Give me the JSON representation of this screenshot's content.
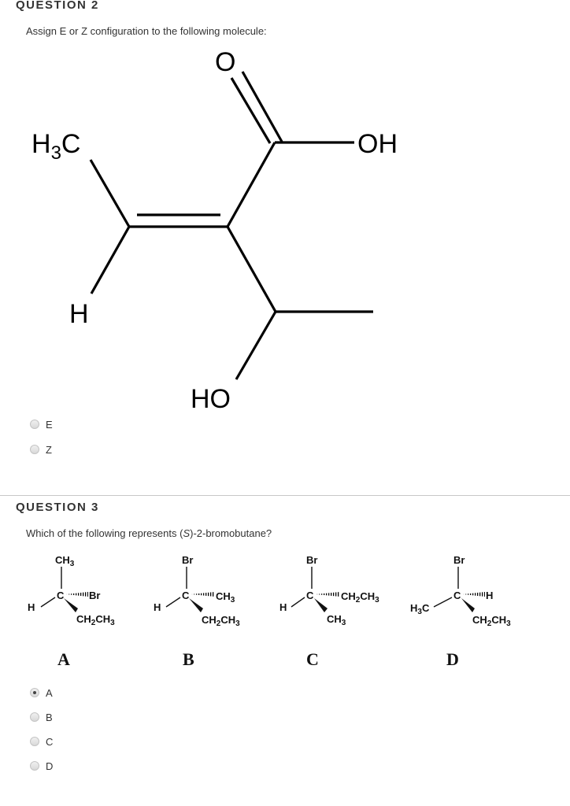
{
  "question2": {
    "heading": "QUESTION 2",
    "prompt": "Assign E or Z configuration to the following molecule:",
    "molecule": {
      "labels": {
        "carbonyl_o": "O",
        "hydroxyl_top": "OH",
        "methyl": "H3C",
        "hydrogen": "H",
        "hydroxyl_bottom": "HO"
      }
    },
    "options": [
      {
        "label": "E",
        "selected": false
      },
      {
        "label": "Z",
        "selected": false
      }
    ]
  },
  "question3": {
    "heading": "QUESTION 3",
    "prompt_pre": "Which of the following represents (",
    "prompt_italic": "S",
    "prompt_post": ")-2-bromobutane?",
    "structures": [
      {
        "letter": "A",
        "top": "CH3",
        "left": "H",
        "hashed": "Br",
        "wedge": "CH2CH3"
      },
      {
        "letter": "B",
        "top": "Br",
        "left": "H",
        "hashed": "CH3",
        "wedge": "CH2CH3"
      },
      {
        "letter": "C",
        "top": "Br",
        "left": "H",
        "hashed": "CH2CH3",
        "wedge": "CH3"
      },
      {
        "letter": "D",
        "top": "Br",
        "left": "H3C",
        "hashed": "H",
        "wedge": "CH2CH3"
      }
    ],
    "options": [
      {
        "label": "A",
        "selected": true
      },
      {
        "label": "B",
        "selected": false
      },
      {
        "label": "C",
        "selected": false
      },
      {
        "label": "D",
        "selected": false
      }
    ]
  }
}
